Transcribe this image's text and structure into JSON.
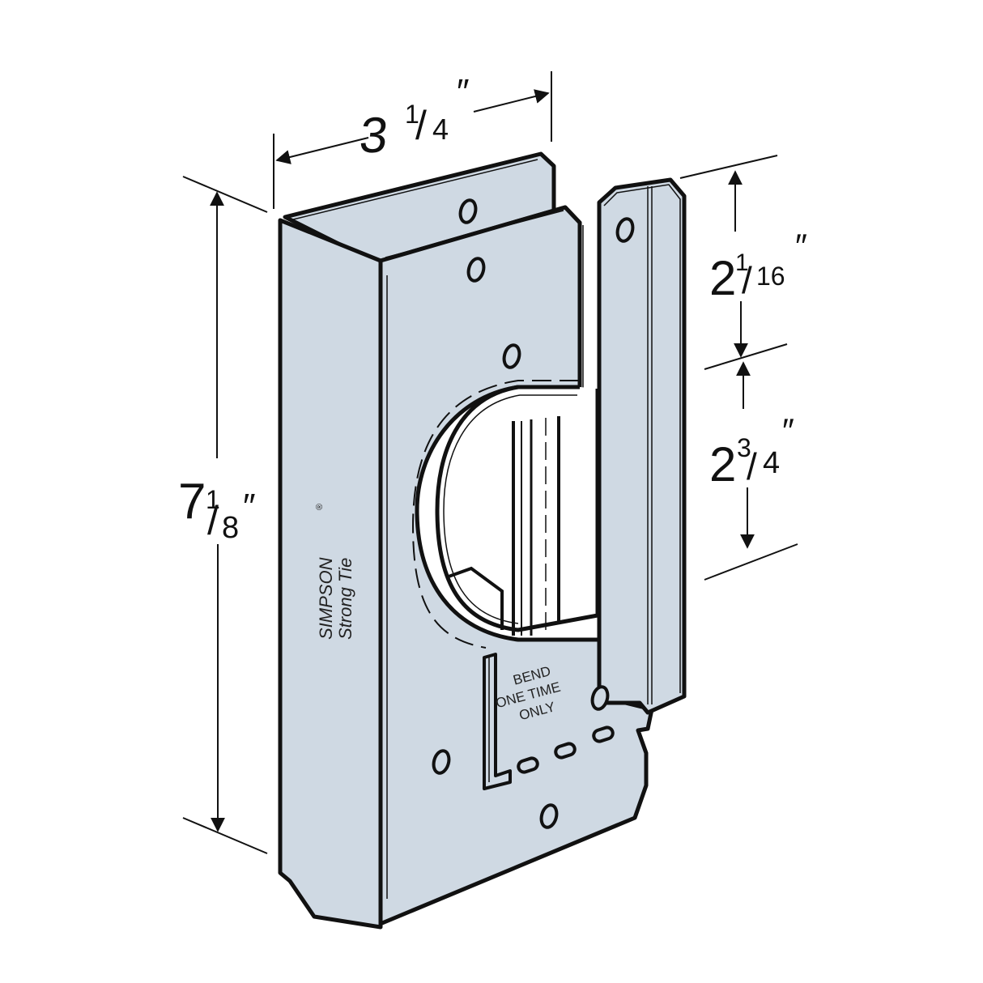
{
  "diagram": {
    "subject": "sheet-metal framing connector",
    "colors": {
      "metal_fill": "#cfd9e3",
      "outline": "#111111",
      "background": "#ffffff"
    }
  },
  "dimensions": {
    "width": {
      "whole": "3",
      "num": "1",
      "den": "4",
      "unit": "″",
      "label": "3 1/4\""
    },
    "height": {
      "whole": "7",
      "num": "1",
      "den": "8",
      "unit": "″",
      "label": "7 1/8\""
    },
    "upper_strap": {
      "whole": "2",
      "num": "1",
      "den": "16",
      "unit": "″",
      "label": "2 1/16\""
    },
    "lower_strap": {
      "whole": "2",
      "num": "3",
      "den": "4",
      "unit": "″",
      "label": "2 3/4\""
    }
  },
  "embossing": {
    "brand_line1": "SIMPSON",
    "brand_mark": "®",
    "brand_line2": "Strong Tie",
    "bend_line1": "BEND",
    "bend_line2": "ONE TIME",
    "bend_line3": "ONLY"
  }
}
